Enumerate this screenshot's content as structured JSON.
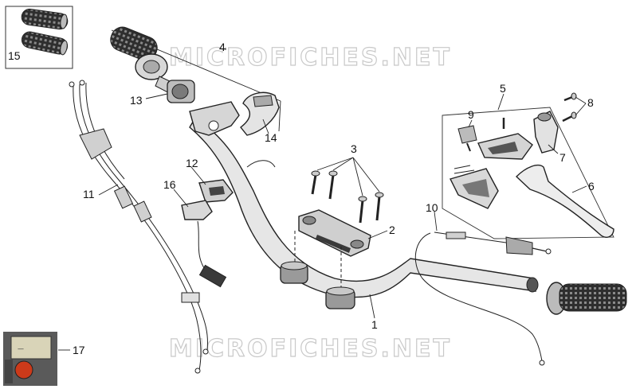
{
  "watermarks": [
    "MICROFICHES.NET",
    "MICROFICHES.NET"
  ],
  "callouts": [
    "1",
    "2",
    "3",
    "4",
    "5",
    "6",
    "7",
    "8",
    "9",
    "10",
    "11",
    "12",
    "13",
    "14",
    "15",
    "16",
    "17"
  ],
  "colors": {
    "outline": "#222222",
    "fill_light": "#dcdcdc",
    "fill_mid": "#9a9a9a",
    "fill_dark": "#3a3a3a",
    "watermark": "#c9c9c9",
    "switch_red": "#cc3a1a"
  }
}
